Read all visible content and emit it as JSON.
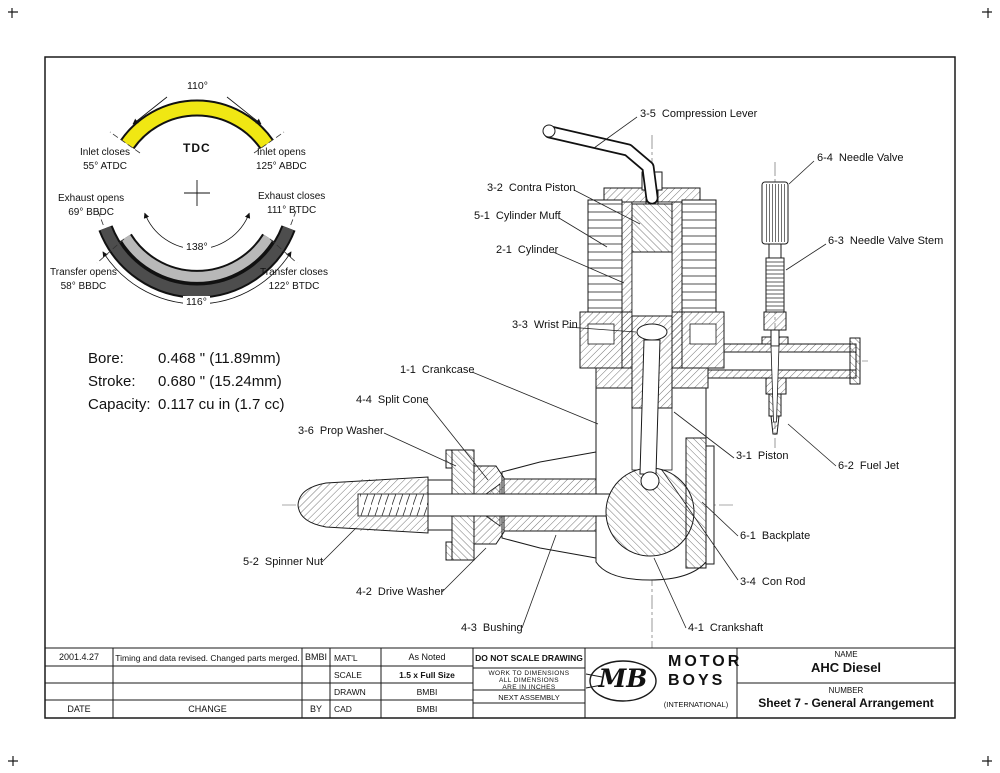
{
  "timing": {
    "deg_top": "110°",
    "tdc": "TDC",
    "deg_exhaust": "138°",
    "deg_transfer": "116°",
    "colors": {
      "inlet_arc": "#f0e713",
      "exhaust_arc": "#4d4d4d",
      "transfer_arc": "#b8b8b8"
    },
    "labels": {
      "inlet_closes": {
        "l1": "Inlet closes",
        "l2": "55° ATDC"
      },
      "inlet_opens": {
        "l1": "Inlet opens",
        "l2": "125° ABDC"
      },
      "exhaust_opens": {
        "l1": "Exhaust opens",
        "l2": "69° BBDC"
      },
      "exhaust_closes": {
        "l1": "Exhaust closes",
        "l2": "111° BTDC"
      },
      "transfer_opens": {
        "l1": "Transfer opens",
        "l2": "58° BBDC"
      },
      "transfer_closes": {
        "l1": "Transfer closes",
        "l2": "122° BTDC"
      }
    }
  },
  "specs": {
    "rows": [
      {
        "label": "Bore:",
        "value": "0.468 \" (11.89mm)"
      },
      {
        "label": "Stroke:",
        "value": "0.680 \" (15.24mm)"
      },
      {
        "label": "Capacity:",
        "value": "0.117 cu in (1.7 cc)"
      }
    ]
  },
  "callouts": [
    {
      "id": "3-5",
      "label": "Compression Lever"
    },
    {
      "id": "6-4",
      "label": "Needle Valve"
    },
    {
      "id": "3-2",
      "label": "Contra Piston"
    },
    {
      "id": "5-1",
      "label": "Cylinder Muff"
    },
    {
      "id": "2-1",
      "label": "Cylinder"
    },
    {
      "id": "6-3",
      "label": "Needle Valve Stem"
    },
    {
      "id": "3-3",
      "label": "Wrist Pin"
    },
    {
      "id": "1-1",
      "label": "Crankcase"
    },
    {
      "id": "4-4",
      "label": "Split Cone"
    },
    {
      "id": "3-6",
      "label": "Prop Washer"
    },
    {
      "id": "3-1",
      "label": "Piston"
    },
    {
      "id": "6-2",
      "label": "Fuel Jet"
    },
    {
      "id": "6-1",
      "label": "Backplate"
    },
    {
      "id": "5-2",
      "label": "Spinner Nut"
    },
    {
      "id": "3-4",
      "label": "Con Rod"
    },
    {
      "id": "4-2",
      "label": "Drive Washer"
    },
    {
      "id": "4-3",
      "label": "Bushing"
    },
    {
      "id": "4-1",
      "label": "Crankshaft"
    }
  ],
  "title_block": {
    "revision": {
      "date": "2001.4.27",
      "change": "Timing and data revised.  Changed parts merged.",
      "by": "BMBI"
    },
    "headers": {
      "date": "DATE",
      "change": "CHANGE",
      "by": "BY"
    },
    "info": {
      "matl_label": "MAT'L",
      "matl_value": "As Noted",
      "scale_label": "SCALE",
      "scale_value": "1.5 x Full Size",
      "drawn_label": "DRAWN",
      "drawn_value": "BMBI",
      "cad_label": "CAD",
      "cad_value": "BMBI"
    },
    "notes": {
      "do_not_scale": "DO NOT SCALE DRAWING",
      "work_line1": "WORK TO DIMENSIONS",
      "work_line2": "ALL DIMENSIONS",
      "work_line3": "ARE IN INCHES",
      "next_assembly": "NEXT ASSEMBLY"
    },
    "brand": {
      "monogram": "MB",
      "name_line1": "MOTOR",
      "name_line2": "BOYS",
      "subtitle": "(INTERNATIONAL)"
    },
    "name_label": "NAME",
    "name_value": "AHC Diesel",
    "number_label": "NUMBER",
    "number_value": "Sheet 7 - General Arrangement"
  }
}
